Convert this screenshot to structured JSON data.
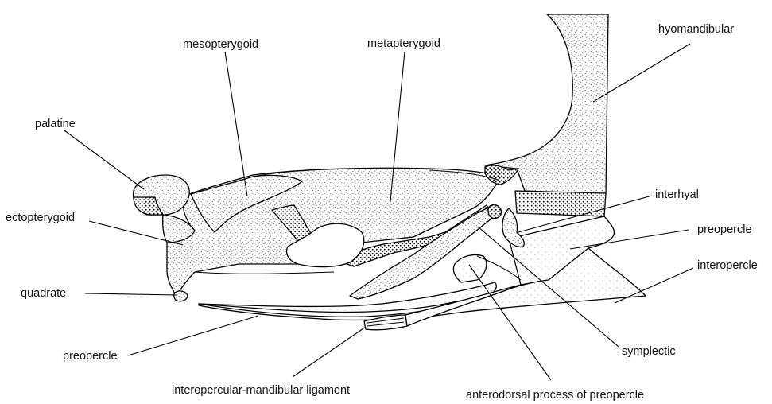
{
  "labels": {
    "hyomandibular": "hyomandibular",
    "mesopterygoid": "mesopterygoid",
    "metapterygoid": "metapterygoid",
    "palatine": "palatine",
    "ectopterygoid": "ectopterygoid",
    "interhyal": "interhyal",
    "preopercle_right": "preopercle",
    "interopercle": "interopercle",
    "quadrate": "quadrate",
    "preopercle_left": "preopercle",
    "symplectic": "symplectic",
    "ligament": "interopercular-mandibular ligament",
    "anterodorsal": "anterodorsal process of preopercle"
  }
}
